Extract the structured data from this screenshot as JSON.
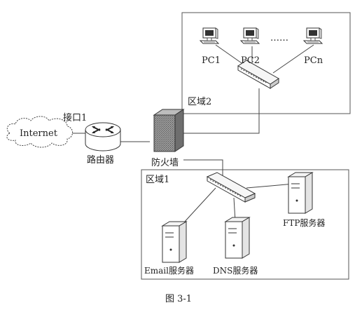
{
  "labels": {
    "internet": "Internet",
    "interface": "接口1",
    "router": "路由器",
    "firewall": "防火墙",
    "zone1": "区域1",
    "zone2": "区域2",
    "pc1": "PC1",
    "pc2": "PC2",
    "pcn": "PCn",
    "ellipsis": "……",
    "ftp_server": "FTP服务器",
    "email_server": "Email服务器",
    "dns_server": "DNS服务器",
    "caption": "图 3-1"
  },
  "colors": {
    "stroke": "#444444",
    "firewall_fill": "#8a8a8a",
    "background": "#ffffff"
  },
  "icons": {
    "cloud": "cloud-icon",
    "router": "router-icon",
    "firewall": "firewall-icon",
    "switch": "switch-icon",
    "pc": "desktop-pc-icon",
    "server": "tower-server-icon"
  }
}
